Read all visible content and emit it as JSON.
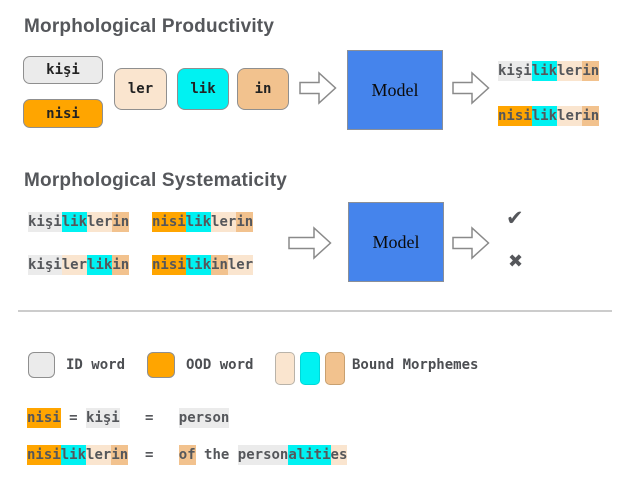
{
  "colors": {
    "id": "#ebebeb",
    "ood": "#ffa500",
    "m1": "#fae5cf",
    "m2": "#00f2f2",
    "m3": "#f2c28e",
    "model_blue": "#4584ec",
    "text": "#55575b",
    "divider": "#cccccc"
  },
  "productivity": {
    "title": "Morphological Productivity",
    "stems": [
      {
        "label": "kişi",
        "color": "id"
      },
      {
        "label": "nisi",
        "color": "ood"
      }
    ],
    "morphemes": [
      {
        "label": "ler",
        "color": "m1"
      },
      {
        "label": "lik",
        "color": "m2"
      },
      {
        "label": "in",
        "color": "m3"
      }
    ],
    "model_label": "Model",
    "outputs": [
      {
        "segments": [
          {
            "t": "kişi",
            "c": "id"
          },
          {
            "t": "lik",
            "c": "m2"
          },
          {
            "t": "ler",
            "c": "m1"
          },
          {
            "t": "in",
            "c": "m3"
          }
        ]
      },
      {
        "segments": [
          {
            "t": "nisi",
            "c": "ood"
          },
          {
            "t": "lik",
            "c": "m2"
          },
          {
            "t": "ler",
            "c": "m1"
          },
          {
            "t": "in",
            "c": "m3"
          }
        ]
      }
    ]
  },
  "systematicity": {
    "title": "Morphological Systematicity",
    "model_label": "Model",
    "words": [
      {
        "segments": [
          {
            "t": "kişi",
            "c": "id"
          },
          {
            "t": "lik",
            "c": "m2"
          },
          {
            "t": "ler",
            "c": "m1"
          },
          {
            "t": "in",
            "c": "m3"
          }
        ]
      },
      {
        "segments": [
          {
            "t": "nisi",
            "c": "ood"
          },
          {
            "t": "lik",
            "c": "m2"
          },
          {
            "t": "ler",
            "c": "m1"
          },
          {
            "t": "in",
            "c": "m3"
          }
        ]
      },
      {
        "segments": [
          {
            "t": "kişi",
            "c": "id"
          },
          {
            "t": "ler",
            "c": "m1"
          },
          {
            "t": "lik",
            "c": "m2"
          },
          {
            "t": "in",
            "c": "m3"
          }
        ]
      },
      {
        "segments": [
          {
            "t": "nisi",
            "c": "ood"
          },
          {
            "t": "lik",
            "c": "m2"
          },
          {
            "t": "in",
            "c": "m3"
          },
          {
            "t": "ler",
            "c": "m1"
          }
        ]
      }
    ],
    "check_icon": "✔",
    "cross_icon": "✖"
  },
  "legend": {
    "id_label": "ID word",
    "ood_label": "OOD word",
    "bound_label": "Bound Morphemes",
    "bound_swatches": [
      {
        "color": "m1"
      },
      {
        "color": "m2"
      },
      {
        "color": "m3"
      }
    ]
  },
  "equations": {
    "row1": {
      "segments": [
        {
          "t": "nisi",
          "c": "ood"
        },
        {
          "t": " = ",
          "c": "plain"
        },
        {
          "t": "kişi",
          "c": "id"
        },
        {
          "t": "   ",
          "c": "plain"
        },
        {
          "t": "=",
          "c": "plain"
        },
        {
          "t": "   ",
          "c": "plain"
        },
        {
          "t": "person",
          "c": "id"
        }
      ]
    },
    "row2": {
      "segments": [
        {
          "t": "nisi",
          "c": "ood"
        },
        {
          "t": "lik",
          "c": "m2"
        },
        {
          "t": "ler",
          "c": "m1"
        },
        {
          "t": "in",
          "c": "m3"
        },
        {
          "t": "  ",
          "c": "plain"
        },
        {
          "t": "=",
          "c": "plain"
        },
        {
          "t": "   ",
          "c": "plain"
        },
        {
          "t": "of",
          "c": "m3"
        },
        {
          "t": " the ",
          "c": "plain"
        },
        {
          "t": "person",
          "c": "id"
        },
        {
          "t": "aliti",
          "c": "m2"
        },
        {
          "t": "es",
          "c": "m1"
        }
      ]
    }
  }
}
